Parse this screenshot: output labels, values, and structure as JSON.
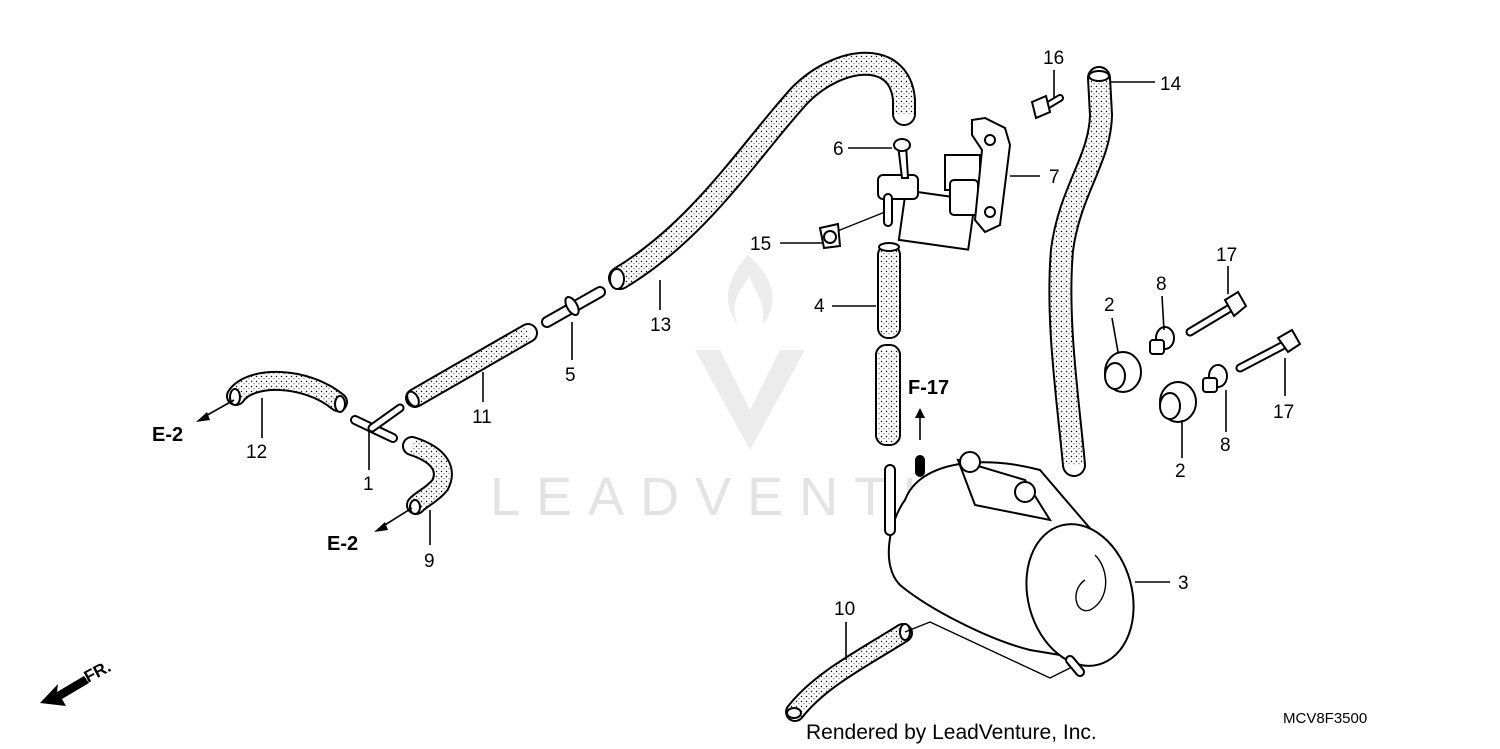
{
  "watermark": {
    "text": "LEADVENTURE"
  },
  "callouts": {
    "p1": "1",
    "p2a": "2",
    "p2b": "2",
    "p3": "3",
    "p4": "4",
    "p5": "5",
    "p6": "6",
    "p7": "7",
    "p8a": "8",
    "p8b": "8",
    "p9": "9",
    "p10": "10",
    "p11": "11",
    "p12": "12",
    "p13": "13",
    "p14": "14",
    "p15": "15",
    "p16": "16",
    "p17a": "17",
    "p17b": "17"
  },
  "references": {
    "e2_top": "E-2",
    "e2_bottom": "E-2",
    "f17": "F-17"
  },
  "direction": {
    "label": "FR."
  },
  "footer": {
    "credit": "Rendered by LeadVenture, Inc.",
    "diagram_code": "MCV8F3500"
  },
  "colors": {
    "line": "#000000",
    "background": "#ffffff",
    "watermark": "#e3e3e3"
  }
}
